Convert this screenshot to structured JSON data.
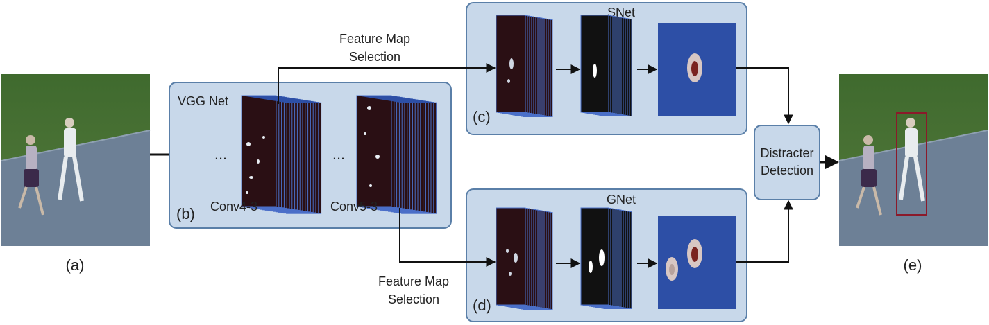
{
  "labels": {
    "input": "(a)",
    "vgg_panel": "(b)",
    "snet_panel": "(c)",
    "gnet_panel": "(d)",
    "output": "(e)"
  },
  "vgg": {
    "title": "VGG Net",
    "ellipsis_1": "...",
    "ellipsis_2": "...",
    "conv4_label": "Conv4-3",
    "conv5_label": "Conv5-3"
  },
  "snet": {
    "title": "SNet"
  },
  "gnet": {
    "title": "GNet"
  },
  "selection_top": {
    "line1": "Feature Map",
    "line2": "Selection"
  },
  "selection_bottom": {
    "line1": "Feature Map",
    "line2": "Selection"
  },
  "distracter": {
    "line1": "Distracter",
    "line2": "Detection"
  },
  "colors": {
    "panel_fill": "#c8d8ea",
    "panel_stroke": "#5a7fa8",
    "map_blue": "#2d4fa6",
    "feature_dark": "#2a0f14",
    "grass": "#4a6e35",
    "path": "#6d8096",
    "tracking_box": "#8b1a2a"
  }
}
